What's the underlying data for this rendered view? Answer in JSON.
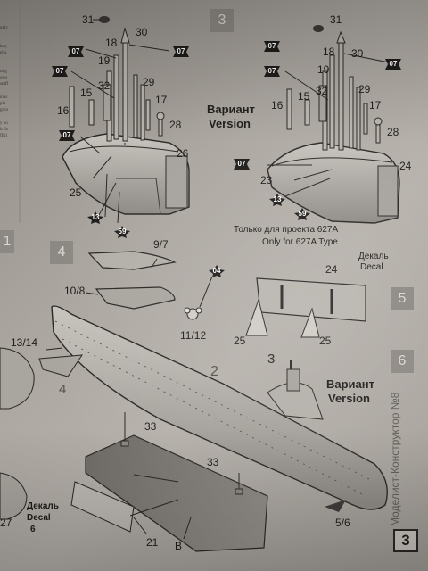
{
  "page_number": "3",
  "side_caption": "Моделист-Конструктор №8",
  "left_margin_text": [
    "ngly",
    "bac,",
    "ella",
    "ting",
    "ows",
    "stuff",
    "ious",
    "plu-",
    "gora",
    "y no",
    "lt. Is",
    "ffici"
  ],
  "steps": {
    "step3": {
      "number": "3",
      "variant": "Вариант",
      "version": "Version",
      "note_ru": "Только для проекта 627A",
      "note_en": "Only for 627A Type"
    },
    "step4": {
      "number": "4"
    },
    "step5": {
      "number": "5",
      "decal_ru": "Декаль",
      "decal_en": "Decal",
      "decal_part": "24"
    },
    "step6": {
      "number": "6",
      "variant": "Вариант",
      "version": "Version"
    },
    "bottom_left": {
      "decal_ru": "Декаль",
      "decal_en": "Decal",
      "decal_part": "6"
    }
  },
  "part_labels": {
    "p31a": "31",
    "p30a": "30",
    "p18a": "18",
    "p19a": "19",
    "p32a": "32",
    "p15a": "15",
    "p16a": "16",
    "p29a": "29",
    "p17a": "17",
    "p28a": "28",
    "p26": "26",
    "p25a": "25",
    "p31b": "31",
    "p30b": "30",
    "p18b": "18",
    "p19b": "19",
    "p32b": "32",
    "p15b": "15",
    "p16b": "16",
    "p29b": "29",
    "p17b": "17",
    "p28b": "28",
    "p24": "24",
    "p23": "23",
    "p9_7": "9/7",
    "p10_8": "10/8",
    "p11_12": "11/12",
    "p24c": "24",
    "p25c": "25",
    "p25d": "25",
    "p13_14": "13/14",
    "p2": "2",
    "p3": "3",
    "p4": "4",
    "p33a": "33",
    "p33b": "33",
    "p5_6": "5/6",
    "p21": "21",
    "pB": "B",
    "p27": "27"
  },
  "paint_badges": [
    "07",
    "07",
    "07",
    "07",
    "13",
    "59",
    "07",
    "07",
    "07",
    "07",
    "13",
    "59",
    "04"
  ]
}
